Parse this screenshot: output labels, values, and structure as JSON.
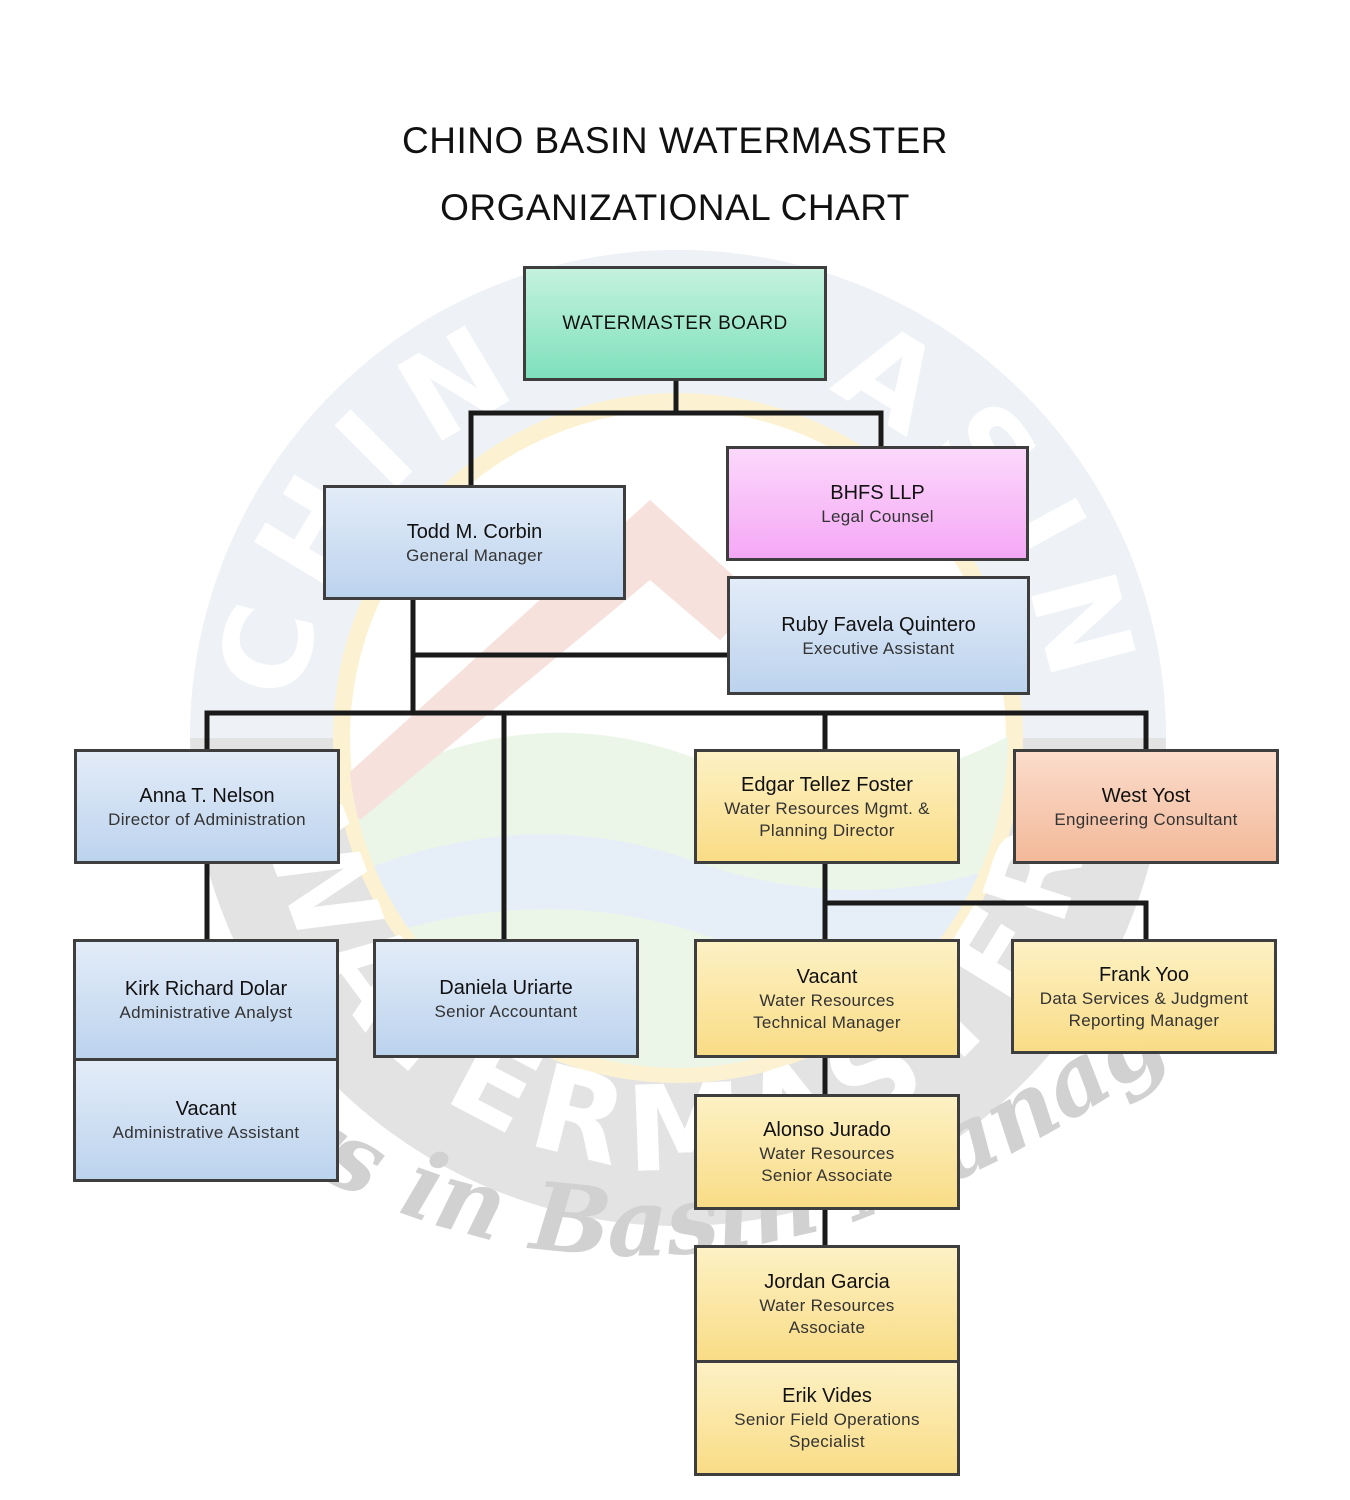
{
  "title": {
    "line1": "CHINO BASIN WATERMASTER",
    "line2": "ORGANIZATIONAL CHART"
  },
  "watermark": {
    "top_text": "CHINO BASIN",
    "bottom_text": "WATERMASTER",
    "tagline": "Partners in Basin Management",
    "colors": {
      "outer_ring": "#bdbdbd",
      "upper_band": "#d6e0ee",
      "inner_ring": "#fbe7a6",
      "mountain": "#e8b0a6",
      "land": "#cfe6c8"
    }
  },
  "colors": {
    "line": "#1a1a1a",
    "border": "#3e3e3e",
    "board": "#7fe0bd",
    "legal": "#f5a8f5",
    "staff_blue": "#bcd3ee",
    "staff_yellow": "#f9dc86",
    "consultant": "#f3b99a"
  },
  "nodes": {
    "board": {
      "label": "WATERMASTER  BOARD"
    },
    "legal": {
      "name": "BHFS LLP",
      "role": "Legal Counsel"
    },
    "gm": {
      "name": "Todd M. Corbin",
      "role": "General Manager"
    },
    "exec_asst": {
      "name": "Ruby Favela Quintero",
      "role": "Executive Assistant"
    },
    "dir_admin": {
      "name": "Anna T. Nelson",
      "role": "Director of Administration"
    },
    "wr_director": {
      "name": "Edgar Tellez Foster",
      "role_line1": "Water Resources Mgmt. &",
      "role_line2": "Planning Director"
    },
    "engineering": {
      "name": "West Yost",
      "role": "Engineering Consultant"
    },
    "admin_analyst": {
      "name": "Kirk Richard Dolar",
      "role": "Administrative Analyst"
    },
    "admin_asst": {
      "name": "Vacant",
      "role": "Administrative Assistant"
    },
    "accountant": {
      "name": "Daniela Uriarte",
      "role": "Senior Accountant"
    },
    "wr_tech_mgr": {
      "name": "Vacant",
      "role_line1": "Water Resources",
      "role_line2": "Technical Manager"
    },
    "data_mgr": {
      "name": "Frank Yoo",
      "role_line1": "Data Services & Judgment",
      "role_line2": "Reporting Manager"
    },
    "wr_sr_assoc": {
      "name": "Alonso Jurado",
      "role_line1": "Water Resources",
      "role_line2": "Senior Associate"
    },
    "wr_assoc": {
      "name": "Jordan Garcia",
      "role_line1": "Water Resources",
      "role_line2": "Associate"
    },
    "field_ops": {
      "name": "Erik Vides",
      "role_line1": "Senior Field Operations",
      "role_line2": "Specialist"
    }
  }
}
